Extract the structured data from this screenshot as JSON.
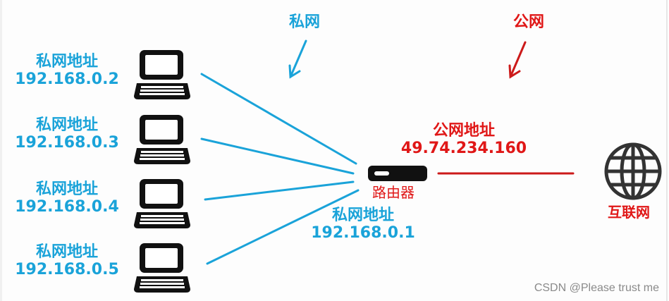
{
  "colors": {
    "private": "#1aa3d9",
    "public": "#e01717",
    "device": "#111111",
    "globe": "#333333"
  },
  "headers": {
    "private_network": "私网",
    "public_network": "公网"
  },
  "computers": [
    {
      "label": "私网地址",
      "ip": "192.168.0.2"
    },
    {
      "label": "私网地址",
      "ip": "192.168.0.3"
    },
    {
      "label": "私网地址",
      "ip": "192.168.0.4"
    },
    {
      "label": "私网地址",
      "ip": "192.168.0.5"
    }
  ],
  "router": {
    "name": "路由器",
    "private_label": "私网地址",
    "private_ip": "192.168.0.1",
    "public_label": "公网地址",
    "public_ip": "49.74.234.160"
  },
  "internet": {
    "label": "互联网",
    "icon": "globe-icon"
  },
  "watermark": "CSDN @Please trust me"
}
